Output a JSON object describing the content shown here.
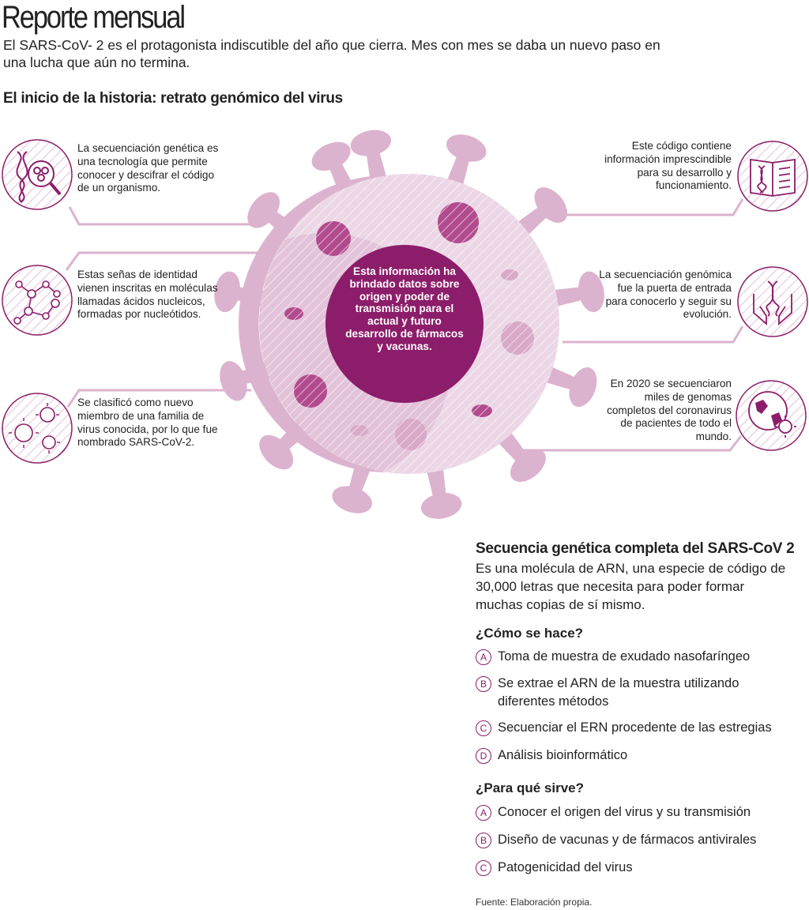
{
  "header": {
    "title": "Reporte mensual",
    "intro": "El SARS-CoV- 2  es el protagonista indiscutible del año que cierra. Mes con mes se daba un nuevo paso en una lucha que aún no termina."
  },
  "section": {
    "title": "El inicio de la historia: retrato genómico del virus"
  },
  "colors": {
    "accent": "#8c1d6a",
    "virus_light": "#ecd7e6",
    "virus_mid": "#dcb3cf",
    "virus_spots": "#b24b8d"
  },
  "notes": [
    {
      "icon": "dna-magnifier-icon",
      "text": "La secuenciación genética es una tecnología que permite conocer y descifrar el código de un organismo."
    },
    {
      "icon": "molecule-icon",
      "text": "Estas señas de identidad vienen inscritas en moléculas llamadas ácidos nucleicos, formadas por nucleótidos."
    },
    {
      "icon": "virus-family-icon",
      "text": "Se clasificó como nuevo miembro de una familia de virus conocida, por lo que fue nombrado SARS-CoV-2."
    },
    {
      "icon": "dna-book-icon",
      "text": "Este código contiene información imprescindible para su desarrollo y funcionamiento."
    },
    {
      "icon": "hands-dna-icon",
      "text": "La secuenciación genómica fue la puerta de entrada para conocerlo y seguir su evolución."
    },
    {
      "icon": "globe-virus-icon",
      "text": "En 2020 se secuenciaron miles de genomas completos del coronavirus de pacientes de todo el mundo."
    }
  ],
  "center": {
    "text": "Esta información ha brindado datos sobre origen y poder de transmisión para el actual y futuro desarrollo de fármacos y vacunas."
  },
  "sequence": {
    "title": "Secuencia genética completa del SARS-CoV 2",
    "description": "Es una molécula de ARN, una especie de código de 30,000 letras que necesita para poder formar muchas copias de sí mismo.",
    "how_title": "¿Cómo se hace?",
    "how_items": [
      {
        "letter": "A",
        "text": "Toma de muestra de exudado nasofaríngeo"
      },
      {
        "letter": "B",
        "text": "Se extrae el ARN de la muestra utilizando diferentes métodos"
      },
      {
        "letter": "C",
        "text": "Secuenciar el ERN procedente de las estregias"
      },
      {
        "letter": "D",
        "text": "Análisis bioinformático"
      }
    ],
    "why_title": "¿Para qué sirve?",
    "why_items": [
      {
        "letter": "A",
        "text": "Conocer el origen del virus y su transmisión"
      },
      {
        "letter": "B",
        "text": "Diseño de vacunas y de fármacos antivirales"
      },
      {
        "letter": "C",
        "text": "Patogenicidad del virus"
      }
    ]
  },
  "footer": {
    "source": "Fuente: Elaboración propia."
  }
}
